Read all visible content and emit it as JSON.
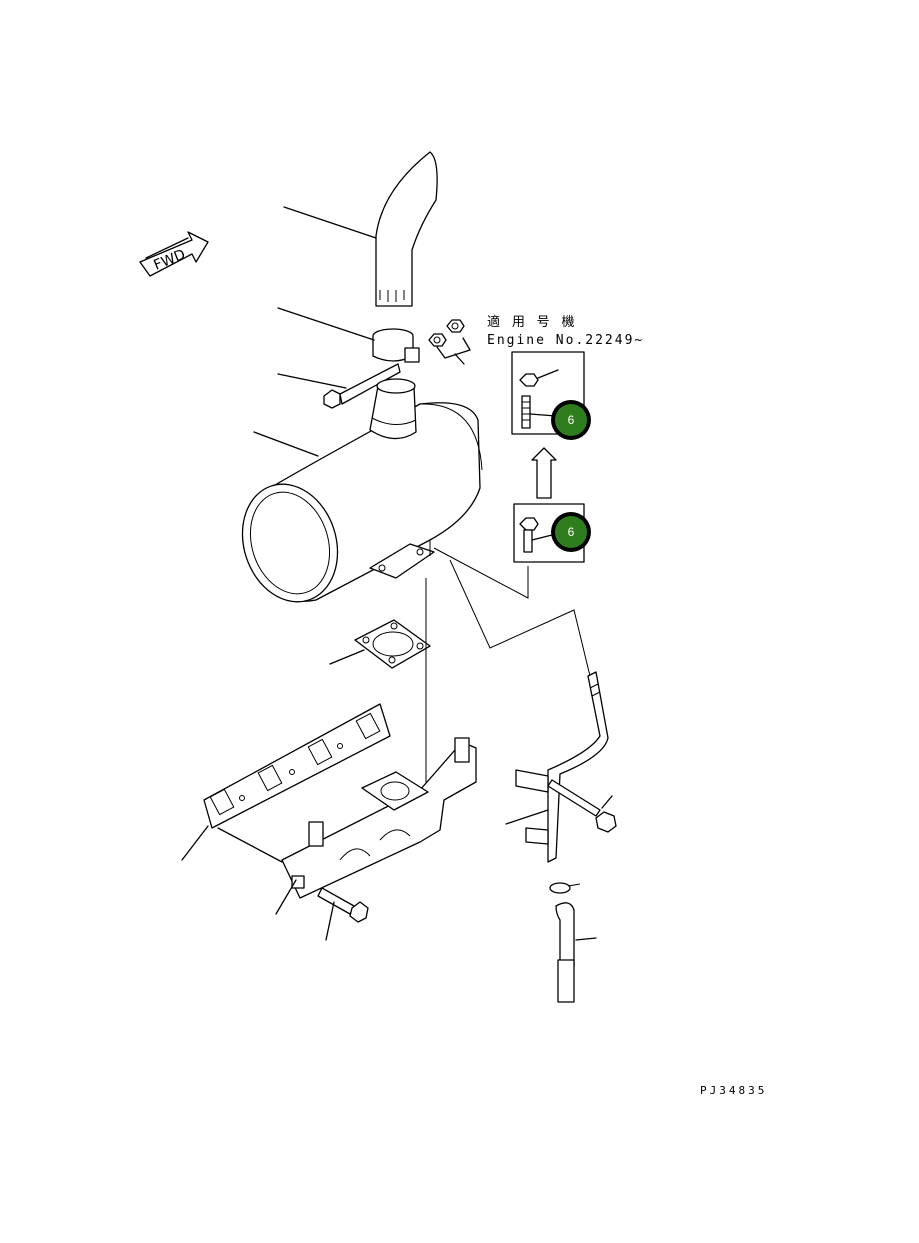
{
  "fwd_label": "FWD",
  "applicability": {
    "line1": "適 用 号 機",
    "line2": "Engine No.22249~"
  },
  "callouts": [
    {
      "id": "upper-callout",
      "badge": "6"
    },
    {
      "id": "lower-callout",
      "badge": "6"
    }
  ],
  "badge_color": "#2e7d1e",
  "drawing_code": "PJ34835"
}
